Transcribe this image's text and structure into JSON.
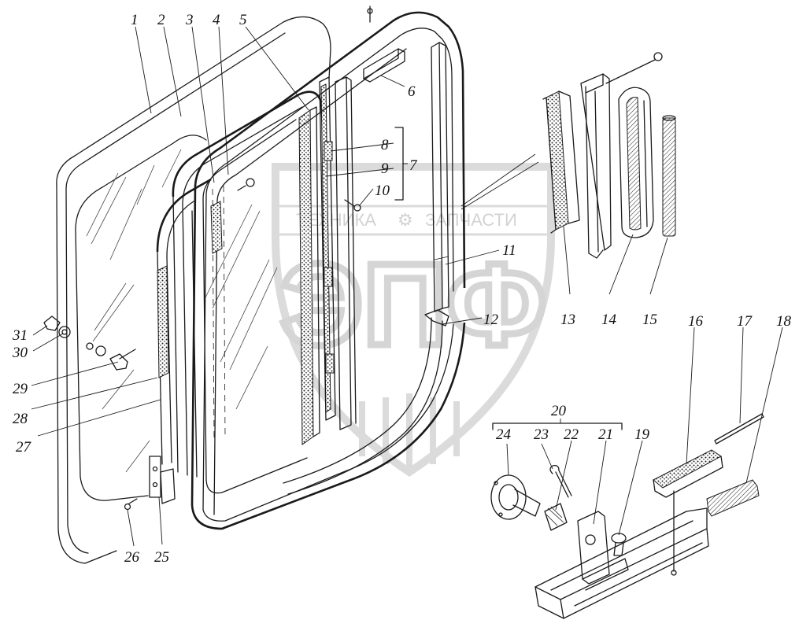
{
  "watermark": {
    "monogram": "ЭПФ",
    "text_left": "ТЕХНИКА",
    "text_right": "ЗАПЧАСТИ",
    "color": "#c9c9c9"
  },
  "labels": [
    {
      "id": "1",
      "text": "1"
    },
    {
      "id": "2",
      "text": "2"
    },
    {
      "id": "3",
      "text": "3"
    },
    {
      "id": "4",
      "text": "4"
    },
    {
      "id": "5",
      "text": "5"
    },
    {
      "id": "6",
      "text": "6"
    },
    {
      "id": "7",
      "text": "7"
    },
    {
      "id": "8",
      "text": "8"
    },
    {
      "id": "9",
      "text": "9"
    },
    {
      "id": "10",
      "text": "10"
    },
    {
      "id": "11",
      "text": "11"
    },
    {
      "id": "12",
      "text": "12"
    },
    {
      "id": "13",
      "text": "13"
    },
    {
      "id": "14",
      "text": "14"
    },
    {
      "id": "15",
      "text": "15"
    },
    {
      "id": "16",
      "text": "16"
    },
    {
      "id": "17",
      "text": "17"
    },
    {
      "id": "18",
      "text": "18"
    },
    {
      "id": "19",
      "text": "19"
    },
    {
      "id": "20",
      "text": "20"
    },
    {
      "id": "21",
      "text": "21"
    },
    {
      "id": "22",
      "text": "22"
    },
    {
      "id": "23",
      "text": "23"
    },
    {
      "id": "24",
      "text": "24"
    },
    {
      "id": "25",
      "text": "25"
    },
    {
      "id": "26",
      "text": "26"
    },
    {
      "id": "27",
      "text": "27"
    },
    {
      "id": "28",
      "text": "28"
    },
    {
      "id": "29",
      "text": "29"
    },
    {
      "id": "30",
      "text": "30"
    },
    {
      "id": "31",
      "text": "31"
    }
  ]
}
